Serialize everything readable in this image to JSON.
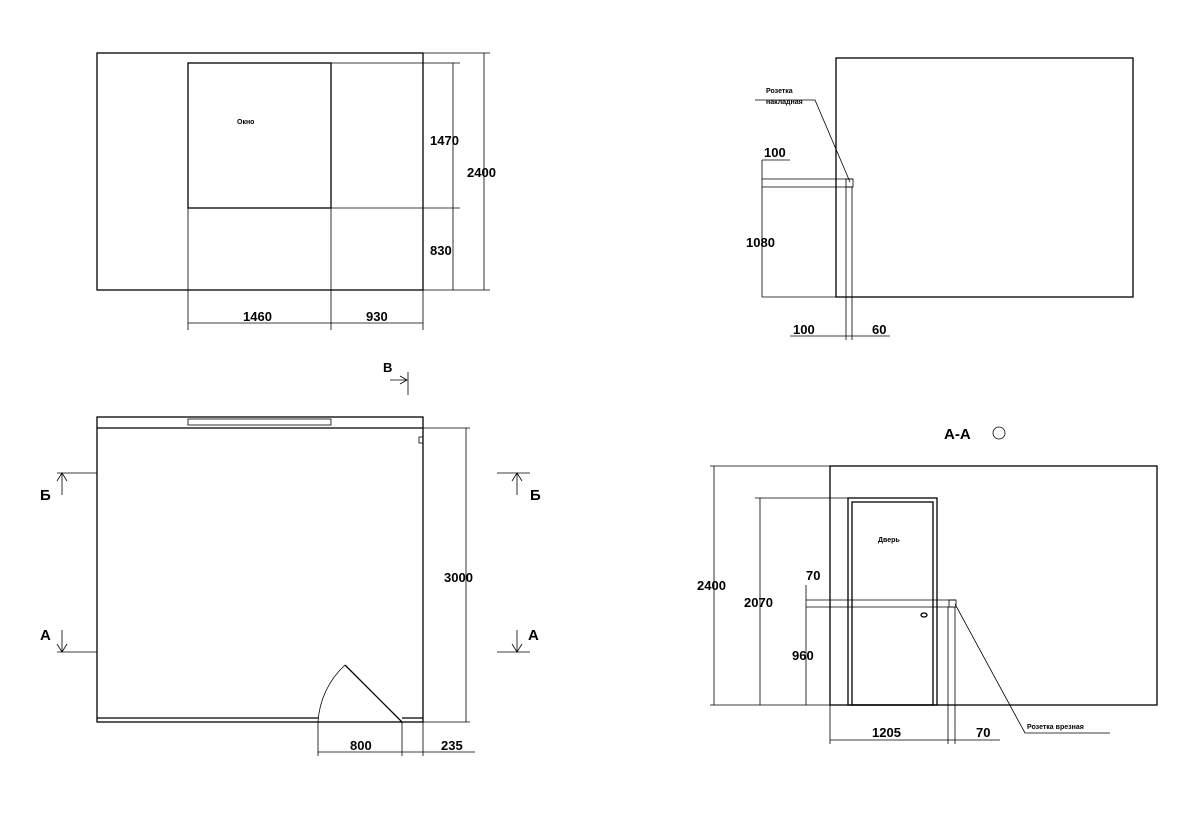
{
  "facade": {
    "window_label": "Окно",
    "dims": {
      "window_height": "1470",
      "sill_height": "830",
      "wall_height": "2400",
      "window_width": "1460",
      "right_offset": "930"
    }
  },
  "side_view": {
    "socket_label_1": "Розетка",
    "socket_label_2": "накладная",
    "dims": {
      "socket_size": "100",
      "socket_height": "1080",
      "offset": "100",
      "depth": "60"
    }
  },
  "plan": {
    "view_marker": "В",
    "section_b": "Б",
    "section_a": "А",
    "dims": {
      "room_length": "3000",
      "door_width": "800",
      "door_offset": "235"
    }
  },
  "section_aa": {
    "title": "А-А",
    "door_label": "Дверь",
    "socket_label": "Розетка врезная",
    "dims": {
      "wall_height": "2400",
      "door_height": "2070",
      "socket_size": "70",
      "socket_height": "960",
      "door_to_socket": "1205",
      "socket_width": "70"
    }
  }
}
